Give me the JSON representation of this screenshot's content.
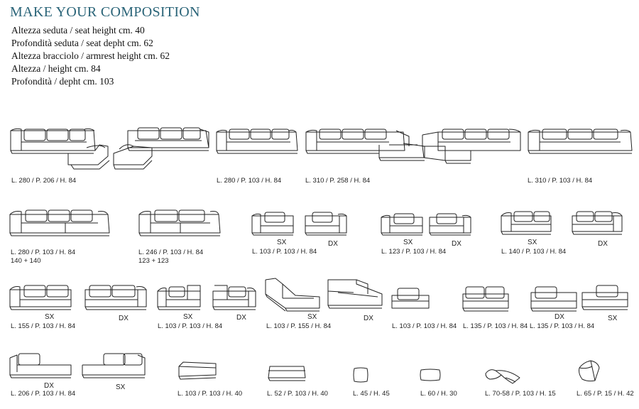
{
  "title": "MAKE YOUR COMPOSITION",
  "specs": [
    "Altezza seduta / seat height cm. 40",
    "Profondità seduta / seat depht cm. 62",
    "Altezza bracciolo / armrest height cm. 62",
    "Altezza / height cm. 84",
    "Profondità / depht cm. 103"
  ],
  "row1": {
    "c1": "L. 280 / P. 206 / H. 84",
    "c2": "L. 280 / P. 103 / H. 84",
    "c3": "L. 310 / P. 258 / H. 84",
    "c4": "L. 310 / P. 103 / H. 84"
  },
  "row2": {
    "c1": "L. 280 / P. 103 / H. 84",
    "c1b": "140 + 140",
    "c2": "L. 246 / P. 103 / H. 84",
    "c2b": "123 + 123",
    "c3": "L. 103 / P. 103 / H. 84",
    "c4": "L. 123 / P. 103 / H. 84",
    "c5": "L. 140 / P. 103 / H. 84"
  },
  "row3": {
    "c1": "L. 155 / P. 103 / H. 84",
    "c2": "L. 103 / P. 103 / H. 84",
    "c3": "L. 103 / P. 155 / H. 84",
    "c4": "L. 103 / P. 103 / H. 84",
    "c5": "L. 135 / P. 103 / H. 84",
    "c6": "L. 135 / P. 103 / H. 84"
  },
  "row4": {
    "c1": "L. 206 / P. 103 / H. 84",
    "c2": "L. 103 / P. 103 / H. 40",
    "c3": "L. 52 / P. 103 / H. 40",
    "c4": "L. 45 / H. 45",
    "c5": "L. 60 / H. 30",
    "c6": "L. 70-58 / P. 103 / H. 15",
    "c7": "L. 65 / P. 15 / H. 42"
  },
  "side": {
    "sx": "SX",
    "dx": "DX"
  }
}
